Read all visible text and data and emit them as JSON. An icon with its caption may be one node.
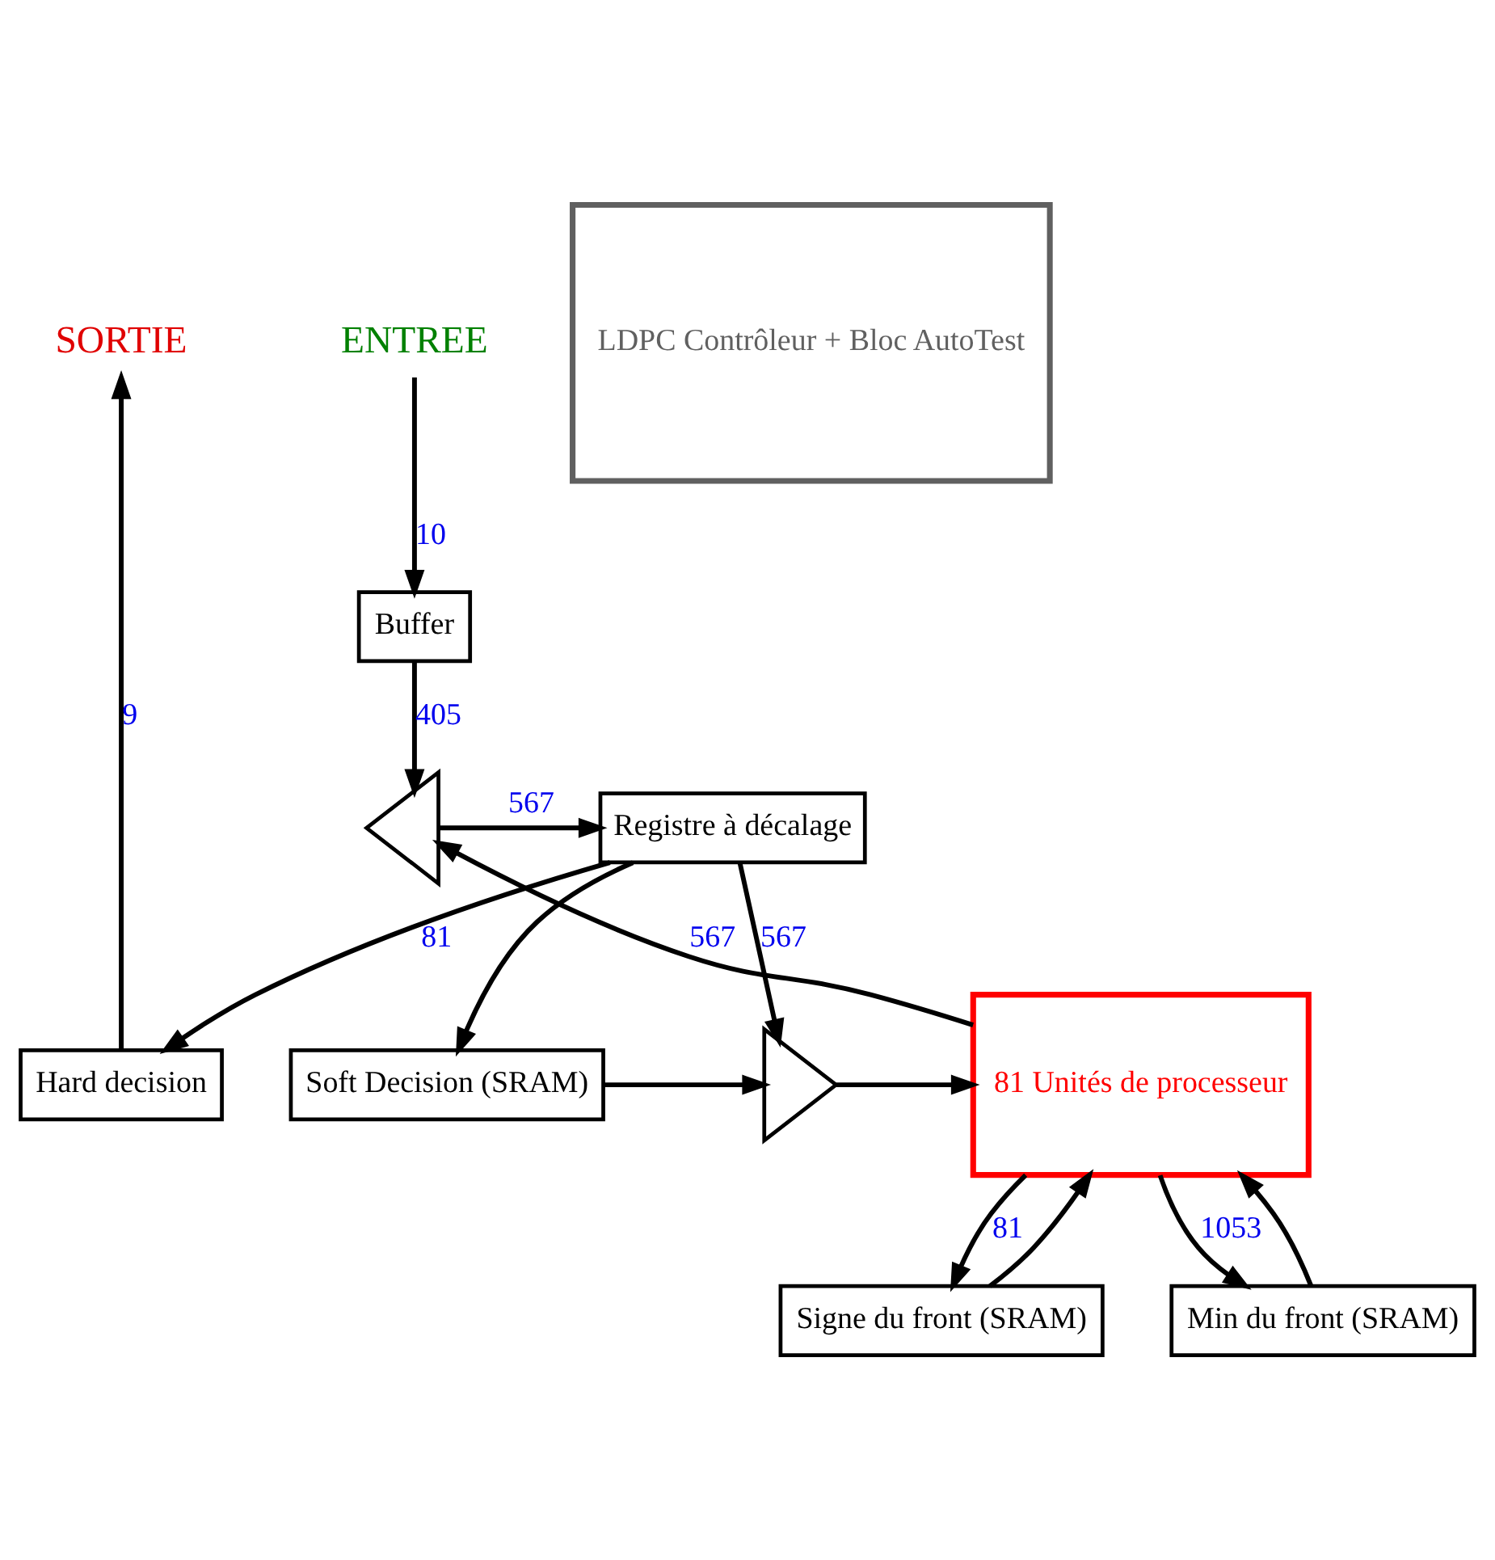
{
  "diagram": {
    "nodes": [
      {
        "text": [
          "SORTIE"
        ]
      },
      {
        "text": [
          "ENTREE"
        ]
      },
      {
        "text": [
          "Hard decision"
        ]
      },
      {
        "text": [
          "Buffer"
        ]
      },
      {
        "text": [
          "Registre à décalage"
        ]
      },
      {
        "text": [],
        "shape": "triangle"
      },
      {
        "text": [
          "Soft Decision (SRAM)"
        ]
      },
      {
        "text": [],
        "shape": "triangle"
      },
      {
        "text": [
          "81 Unités de processeur"
        ]
      },
      {
        "text": [
          "Signe du front (SRAM)"
        ]
      },
      {
        "text": [
          "Min du front (SRAM)"
        ]
      },
      {
        "text": [
          "LDPC Contrôleur + Bloc AutoTest"
        ]
      }
    ],
    "edges": [
      {
        "from": 2,
        "to": 0,
        "arrow": "to",
        "label": "9"
      },
      {
        "from": 1,
        "to": 3,
        "arrow": "to",
        "label": "10"
      },
      {
        "from": 3,
        "to": 5,
        "arrow": "to",
        "label": "405"
      },
      {
        "from": 5,
        "to": 4,
        "arrow": "to",
        "label": "567"
      },
      {
        "from": 8,
        "to": 5,
        "arrow": "to",
        "label": "567"
      },
      {
        "from": 4,
        "to": 2,
        "arrow": "to",
        "label": "81"
      },
      {
        "from": 4,
        "to": 6,
        "arrow": "to"
      },
      {
        "from": 4,
        "to": 7,
        "arrow": "to",
        "label": "567"
      },
      {
        "from": 6,
        "to": 7,
        "arrow": "to"
      },
      {
        "from": 7,
        "to": 8,
        "arrow": "to"
      },
      {
        "from": 8,
        "to": 9,
        "arrow": "to",
        "label": "81"
      },
      {
        "from": 8,
        "to": 10,
        "arrow": "to",
        "label": "1053"
      },
      {
        "from": 9,
        "to": 8,
        "arrow": "to"
      },
      {
        "from": 10,
        "to": 8,
        "arrow": "to"
      }
    ]
  }
}
